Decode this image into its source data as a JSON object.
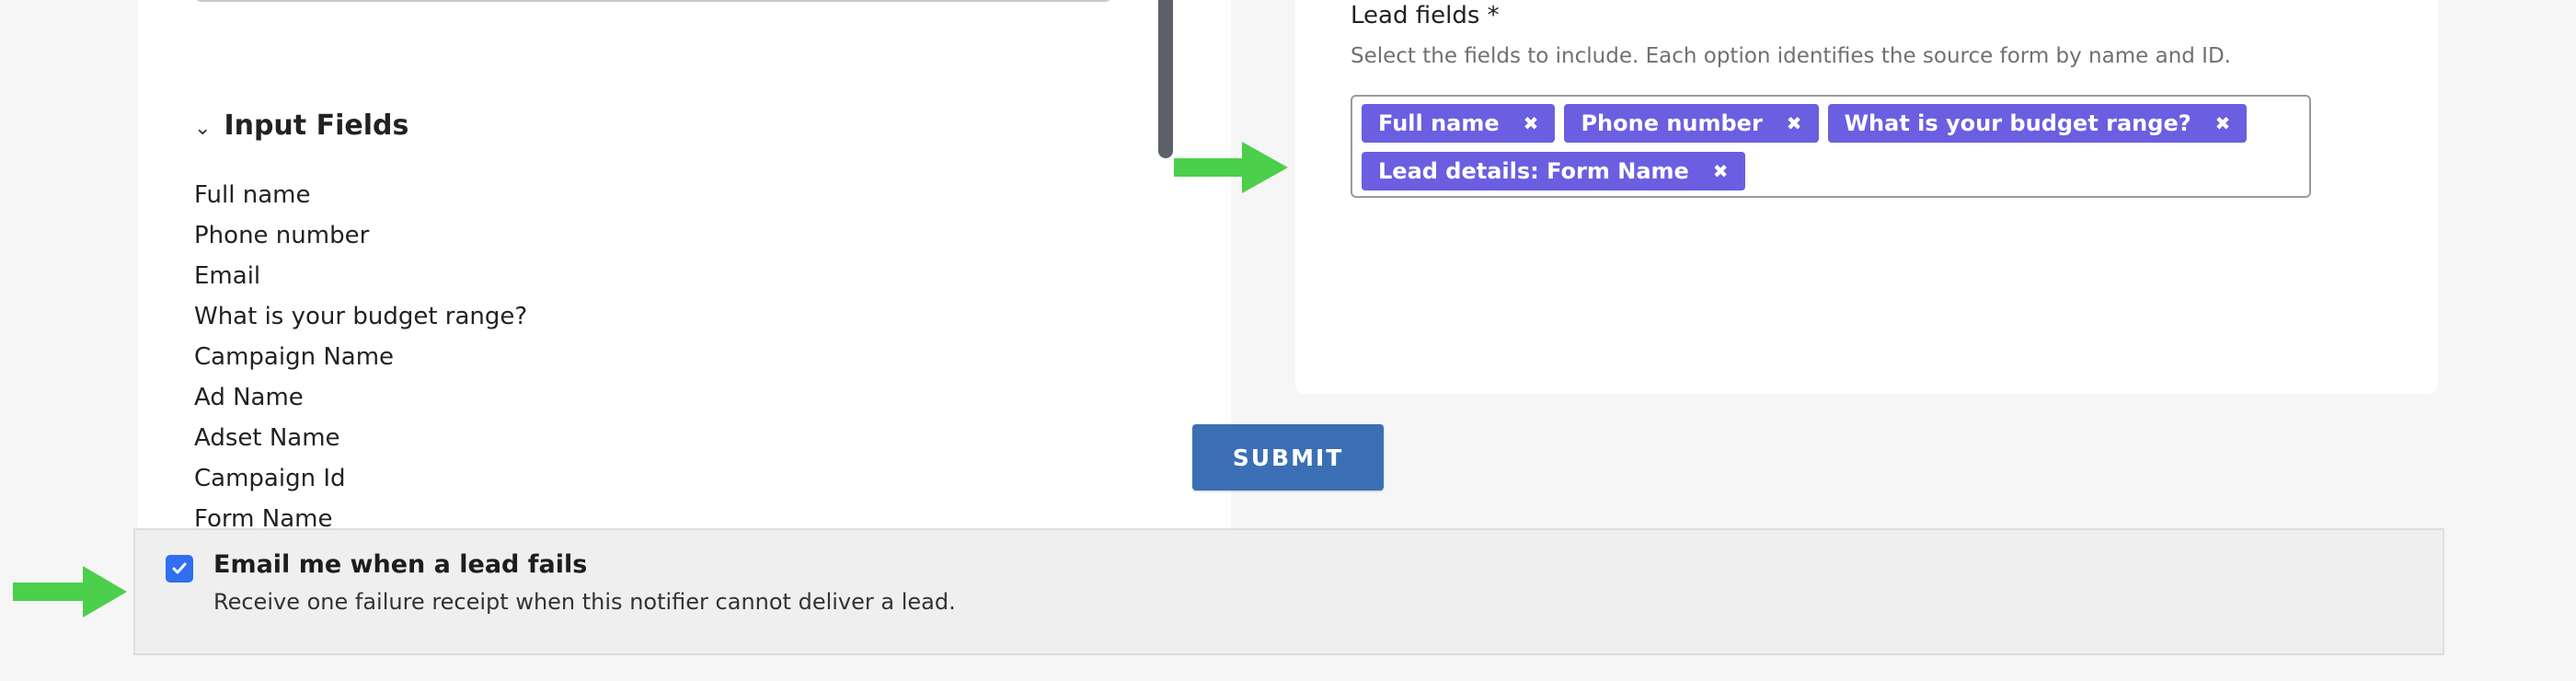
{
  "input_fields_section": {
    "title": "Input Fields",
    "fields": [
      "Full name",
      "Phone number",
      "Email",
      "What is your budget range?",
      "Campaign Name",
      "Ad Name",
      "Adset Name",
      "Campaign Id",
      "Form Name"
    ]
  },
  "lead_fields": {
    "label": "Lead fields *",
    "help": "Select the fields to include. Each option identifies the source form by name and ID.",
    "tags": [
      "Full name",
      "Phone number",
      "What is your budget range?",
      "Lead details: Form Name"
    ]
  },
  "submit": {
    "label": "SUBMIT"
  },
  "notification": {
    "checked": true,
    "title": "Email me when a lead fails",
    "description": "Receive one failure receipt when this notifier cannot deliver a lead."
  },
  "colors": {
    "tag_bg": "#6a5fe0",
    "submit_bg": "#3a6fb5",
    "checkbox_bg": "#2f6ff0",
    "arrow": "#4ccf4a"
  }
}
